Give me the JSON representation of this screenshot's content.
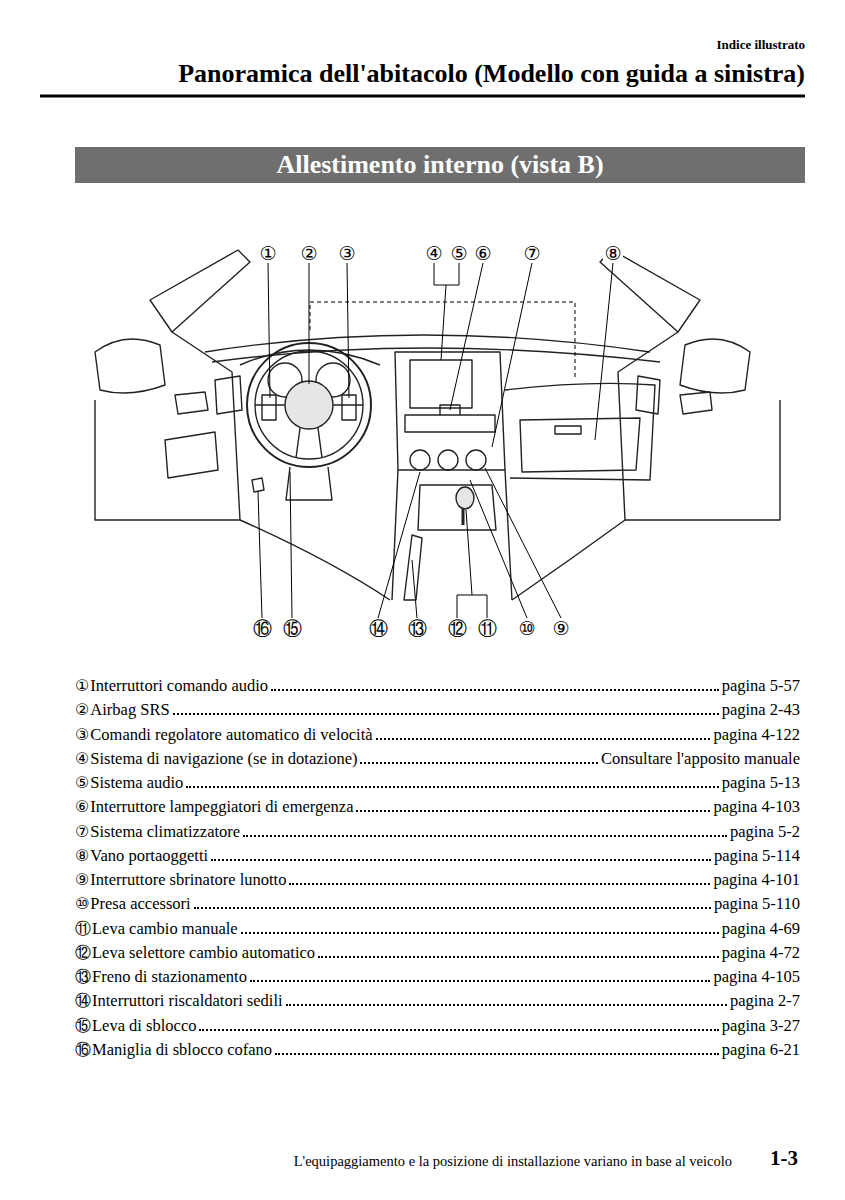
{
  "diagram": {
    "title": "Panoramica dell'abitacolo (Modello con guida a sinistra)",
    "nodes": [
      {
        "text": [
          "Allestimento interno (vista B)"
        ]
      }
    ],
    "labels": [
      "Indice illustrato",
      "①",
      "②",
      "③",
      "④",
      "⑤",
      "⑥",
      "⑦",
      "⑧",
      "⑯",
      "⑮",
      "⑭",
      "⑬",
      "⑫",
      "⑪",
      "⑩",
      "⑨",
      "①",
      "Interruttori comando audio",
      "pagina 5-57",
      "②",
      "Airbag SRS",
      "pagina 2-43",
      "③",
      "Comandi regolatore automatico di velocità",
      "pagina 4-122",
      "④",
      "Sistema di navigazione (se in dotazione)",
      "Consultare l'apposito manuale",
      "⑤",
      "Sistema audio",
      "pagina 5-13",
      "⑥",
      "Interruttore lampeggiatori di emergenza",
      "pagina 4-103",
      "⑦",
      "Sistema climatizzatore",
      "pagina 5-2",
      "⑧",
      "Vano portaoggetti",
      "pagina 5-114",
      "⑨",
      "Interruttore sbrinatore lunotto",
      "pagina 4-101",
      "⑩",
      "Presa accessori",
      "pagina 5-110",
      "⑪",
      "Leva cambio manuale",
      "pagina 4-69",
      "⑫",
      "Leva selettore cambio automatico",
      "pagina 4-72",
      "⑬",
      "Freno di stazionamento",
      "pagina 4-105",
      "⑭",
      "Interruttori riscaldatori sedili",
      "pagina 2-7",
      "⑮",
      "Leva di sblocco",
      "pagina 3-27",
      "⑯",
      "Maniglia di sblocco cofano",
      "pagina 6-21",
      "L'equipaggiamento e la posizione di installazione variano in base al veicolo",
      "1-3"
    ]
  }
}
